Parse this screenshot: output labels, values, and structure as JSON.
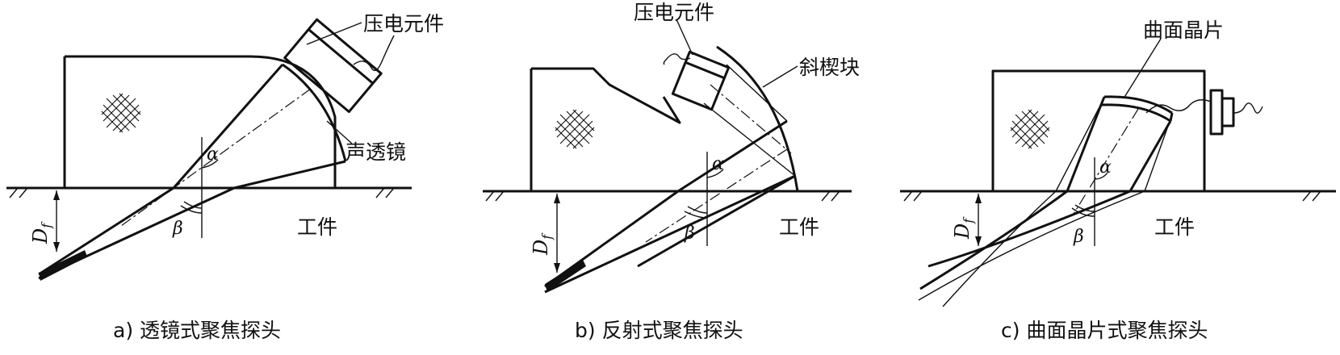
{
  "panels": [
    {
      "id": "a",
      "caption": "a) 透镜式聚焦探头",
      "labels": {
        "element": "压电元件",
        "lens": "声透镜",
        "workpiece": "工件"
      },
      "symbols": {
        "alpha": "α",
        "beta": "β",
        "depth": "D",
        "depth_sub": "f"
      }
    },
    {
      "id": "b",
      "caption": "b) 反射式聚焦探头",
      "labels": {
        "element": "压电元件",
        "wedge": "斜楔块",
        "workpiece": "工件"
      },
      "symbols": {
        "alpha": "α",
        "beta": "β",
        "depth": "D",
        "depth_sub": "f"
      }
    },
    {
      "id": "c",
      "caption": "c) 曲面晶片式聚焦探头",
      "labels": {
        "crystal": "曲面晶片",
        "workpiece": "工件"
      },
      "symbols": {
        "alpha": "α",
        "beta": "β",
        "depth": "D",
        "depth_sub": "f"
      }
    }
  ]
}
